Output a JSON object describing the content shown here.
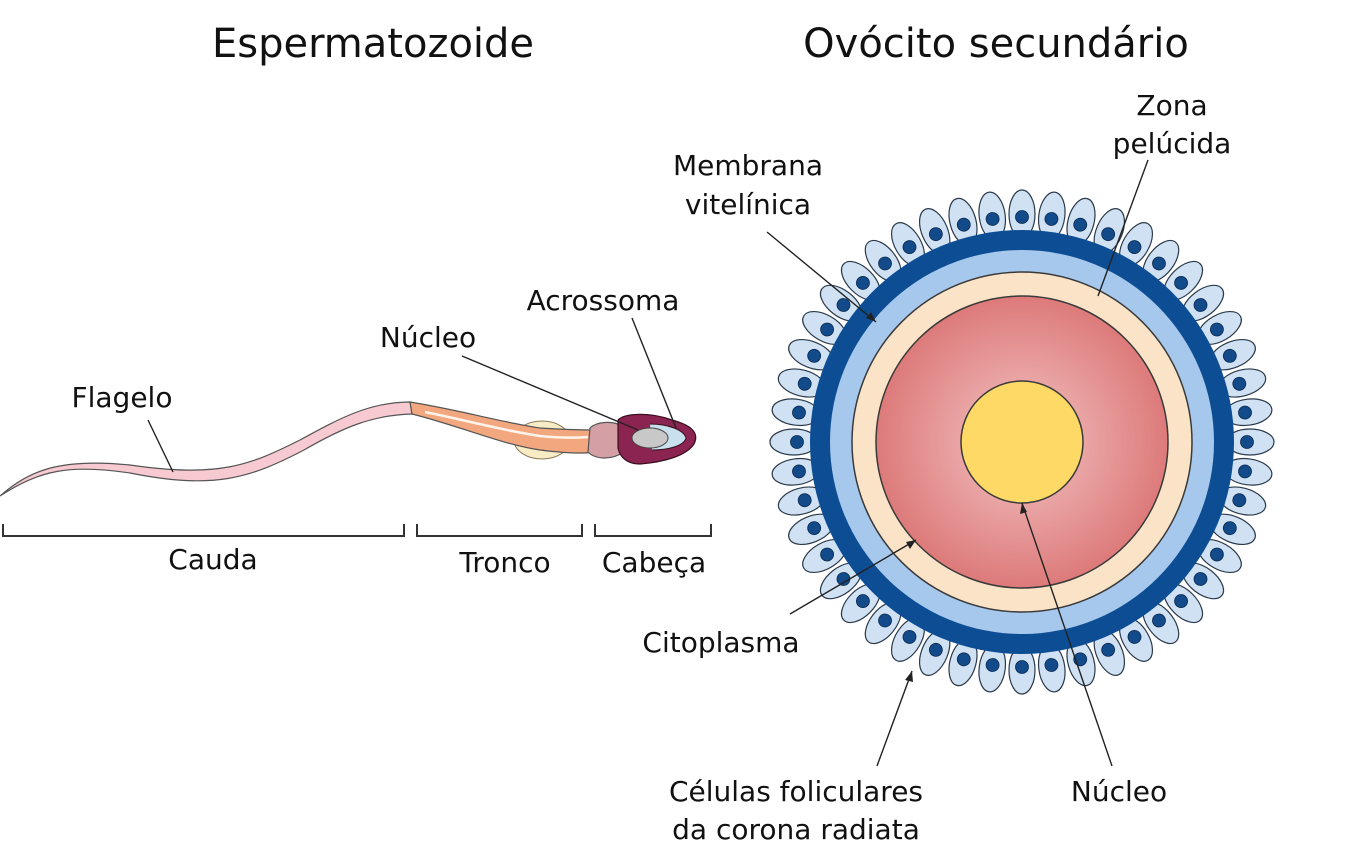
{
  "titles": {
    "sperm": "Espermatozoide",
    "oocyte": "Ovócito secundário"
  },
  "sperm_labels": {
    "flagelo": "Flagelo",
    "nucleo": "Núcleo",
    "acrossoma": "Acrossoma",
    "cauda": "Cauda",
    "tronco": "Tronco",
    "cabeca": "Cabeça"
  },
  "oocyte_labels": {
    "zona_line1": "Zona",
    "zona_line2": "pelúcida",
    "membrana_line1": "Membrana",
    "membrana_line2": "vitelínica",
    "citoplasma": "Citoplasma",
    "celulas_line1": "Células foliculares",
    "celulas_line2": "da corona radiata",
    "nucleo": "Núcleo"
  },
  "colors": {
    "flagellum": "#f7c9d0",
    "midpiece": "#f2a77e",
    "neck": "#d4a0a5",
    "head": "#8b2450",
    "sperm_nucleus": "#c8c8c8",
    "mitochondria": "#f8ecc6",
    "follicle_cell": "#cfe1f3",
    "follicle_nucleus": "#124a8a",
    "dark_ring": "#0d4d94",
    "light_ring": "#a6c8ec",
    "zona_pellucida": "#fbe3c8",
    "cytoplasm_center": "#f0b8b8",
    "cytoplasm_edge": "#dd7a7a",
    "oocyte_nucleus": "#fed966"
  },
  "follicle_cell_count": 48
}
